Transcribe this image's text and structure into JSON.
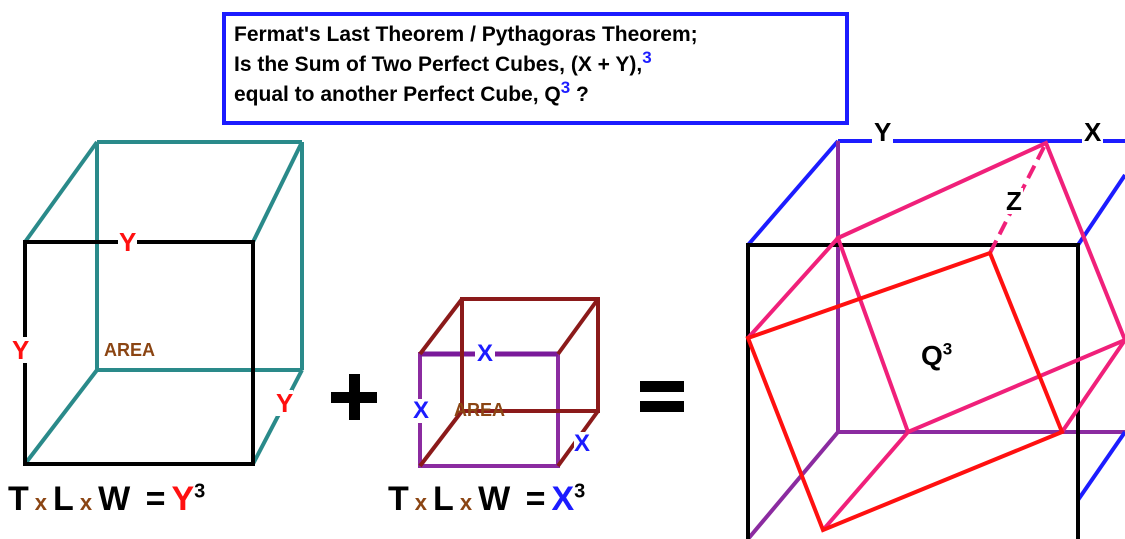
{
  "title": {
    "line1": "Fermat's Last Theorem / Pythagoras Theorem;",
    "line2_text": "Is the Sum of Two Perfect Cubes, (X + Y),",
    "line2_sup": "3",
    "line3_text": "equal to another Perfect Cube, Q",
    "line3_sup": "3",
    "line3_tail": " ?"
  },
  "left_cube": {
    "edge_label_top": "Y",
    "edge_label_left": "Y",
    "edge_label_depth": "Y",
    "area_label": "AREA"
  },
  "middle_cube": {
    "edge_label_top": "X",
    "edge_label_left": "X",
    "edge_label_depth": "X",
    "area_label": "AREA"
  },
  "right_cube": {
    "label_y": "Y",
    "label_x": "X",
    "label_z": "Z",
    "volume_label": "Q",
    "volume_sup": "3"
  },
  "operators": {
    "plus": "+",
    "equals": "="
  },
  "formula_left": {
    "t": "T",
    "x1": "x",
    "l": "L",
    "x2": "x",
    "w": "W",
    "eq": "=",
    "var": "Y",
    "exp": "3"
  },
  "formula_middle": {
    "t": "T",
    "x1": "x",
    "l": "L",
    "x2": "x",
    "w": "W",
    "eq": "=",
    "var": "X",
    "exp": "3"
  },
  "colors": {
    "teal": "#2a8a8a",
    "black": "#000000",
    "red": "#ff1010",
    "blue": "#1c1cff",
    "maroon": "#8b1a1a",
    "purple": "#8b2ba0",
    "pink": "#f0207a",
    "brown": "#8b4513"
  }
}
